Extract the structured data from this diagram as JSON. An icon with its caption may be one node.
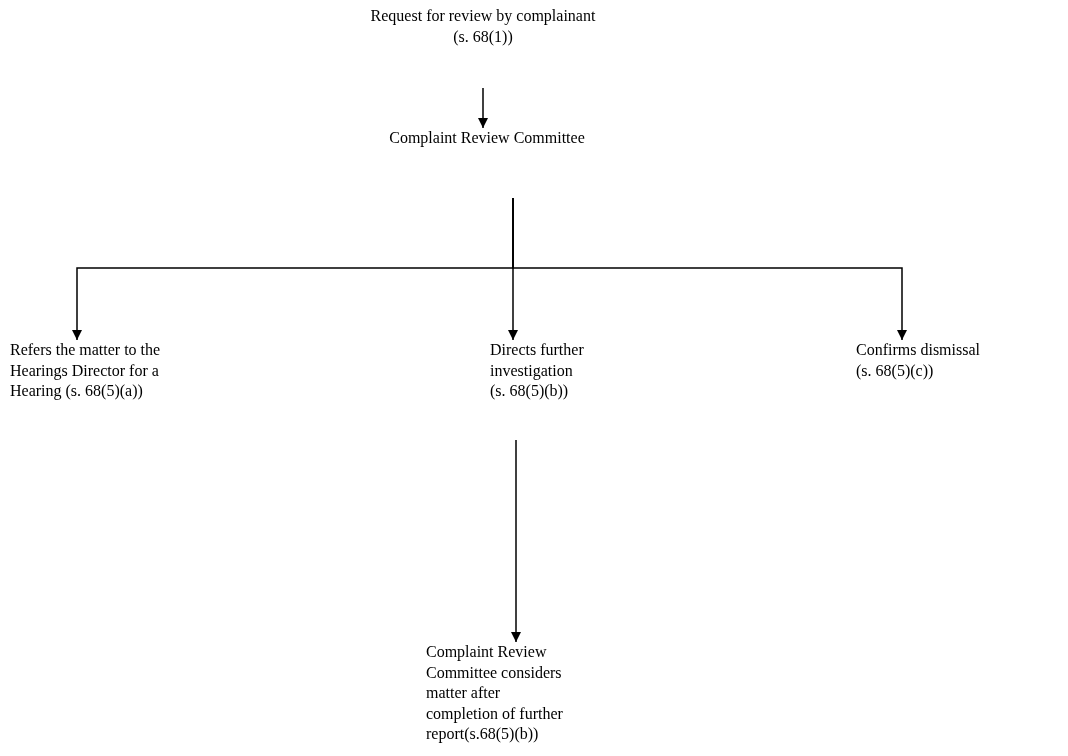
{
  "diagram": {
    "nodes": [
      {
        "text": [
          "Request for review by complainant (s. 68(1))"
        ]
      },
      {
        "text": [
          "Complaint Review Committee"
        ]
      },
      {
        "text": [
          "Refers the matter to the Hearings Director for a Hearing (s. 68(5)(a))"
        ]
      },
      {
        "text": [
          "Directs further investigation (s. 68(5)(b))"
        ]
      },
      {
        "text": [
          "Confirms dismissal (s. 68(5)(c))"
        ]
      },
      {
        "text": [
          "Complaint Review Committee considers matter after completion of further report(s.68(5)(b))"
        ]
      }
    ],
    "edges": [
      {
        "from": 0,
        "to": 1,
        "arrow": "to"
      },
      {
        "from": 1,
        "to": 2,
        "arrow": "to"
      },
      {
        "from": 1,
        "to": 3,
        "arrow": "to"
      },
      {
        "from": 1,
        "to": 4,
        "arrow": "to"
      },
      {
        "from": 3,
        "to": 5,
        "arrow": "to"
      }
    ]
  }
}
